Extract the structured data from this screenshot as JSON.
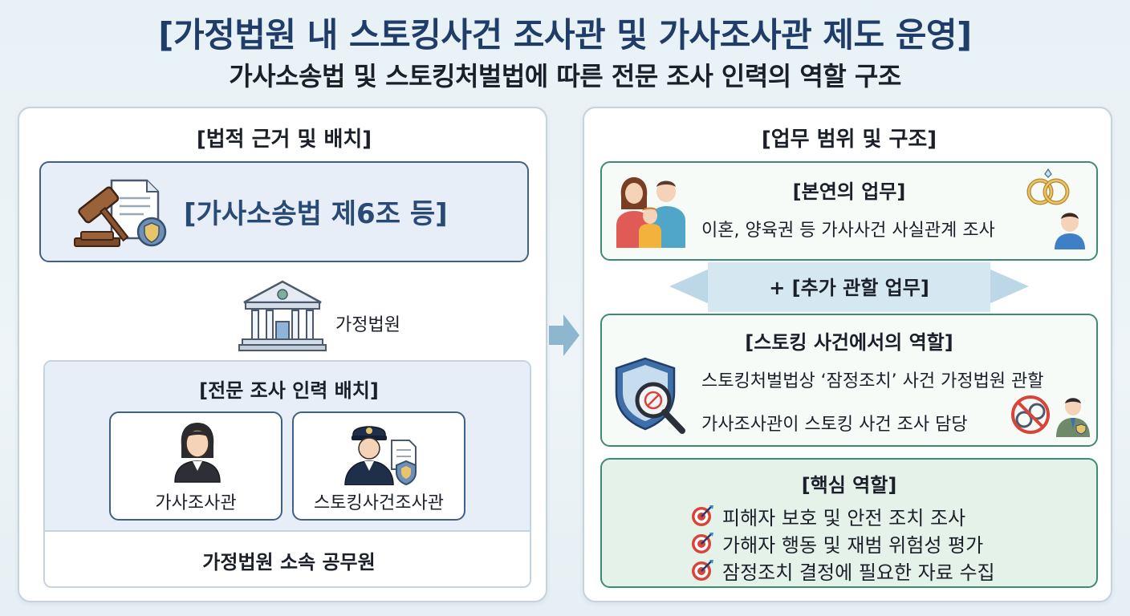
{
  "title": "[가정법원 내 스토킹사건 조사관 및 가사조사관 제도 운영]",
  "subtitle": "가사소송법 및 스토킹처벌법에 따른 전문 조사 인력의 역할 구조",
  "left": {
    "heading": "[법적 근거 및 배치]",
    "law": "[가사소송법 제6조 등]",
    "court": "가정법원",
    "staffing": {
      "heading": "[전문 조사 인력 배치]",
      "roles": [
        "가사조사관",
        "스토킹사건조사관"
      ],
      "footer": "가정법원 소속 공무원"
    }
  },
  "right": {
    "heading": "[업무 범위 및 구조]",
    "primary": {
      "heading": "[본연의 업무]",
      "text": "이혼, 양육권 등 가사사건 사실관계 조사"
    },
    "additional": "+ [추가 관할 업무]",
    "stalking": {
      "heading": "[스토킹 사건에서의 역할]",
      "line1": "스토킹처벌법상 ‘잠정조치’ 사건 가정법원 관할",
      "line2": "가사조사관이 스토킹 사건 조사 담당"
    },
    "core": {
      "heading": "[핵심 역할]",
      "items": [
        "피해자 보호 및 안전 조치 조사",
        "가해자 행동 및 재범 위험성 평가",
        "잠정조치 결정에 필요한 자료 수집"
      ]
    }
  },
  "colors": {
    "title": "#1f3d68",
    "blue_border": "#3f6184",
    "teal_border": "#3f8a73",
    "accent_red": "#d8443a"
  },
  "icons": [
    "gavel-icon",
    "document-icon",
    "shield-icon",
    "courthouse-icon",
    "female-officer-icon",
    "police-officer-icon",
    "family-icon",
    "rings-icon",
    "child-icon",
    "magnifier-shield-icon",
    "no-handcuffs-icon",
    "investigator-icon",
    "target-icon",
    "arrow-right-icon"
  ]
}
